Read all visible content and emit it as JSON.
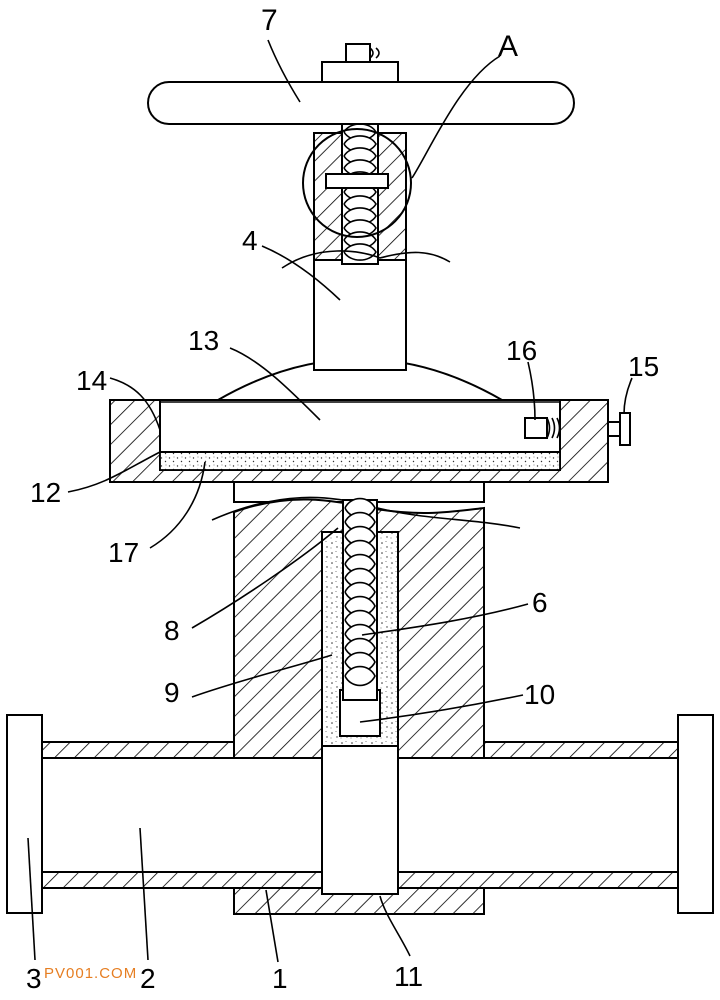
{
  "labels": {
    "handwheel": "7",
    "detail_a": "A",
    "stem": "4",
    "bonnet_cap": "13",
    "item_16": "16",
    "item_15": "15",
    "item_14": "14",
    "bonnet_flange": "12",
    "item_17": "17",
    "item_8": "8",
    "item_6": "6",
    "item_9": "9",
    "item_10": "10",
    "flange": "3",
    "bore": "2",
    "body": "1",
    "gate": "11"
  },
  "watermark": "PV001.COM"
}
